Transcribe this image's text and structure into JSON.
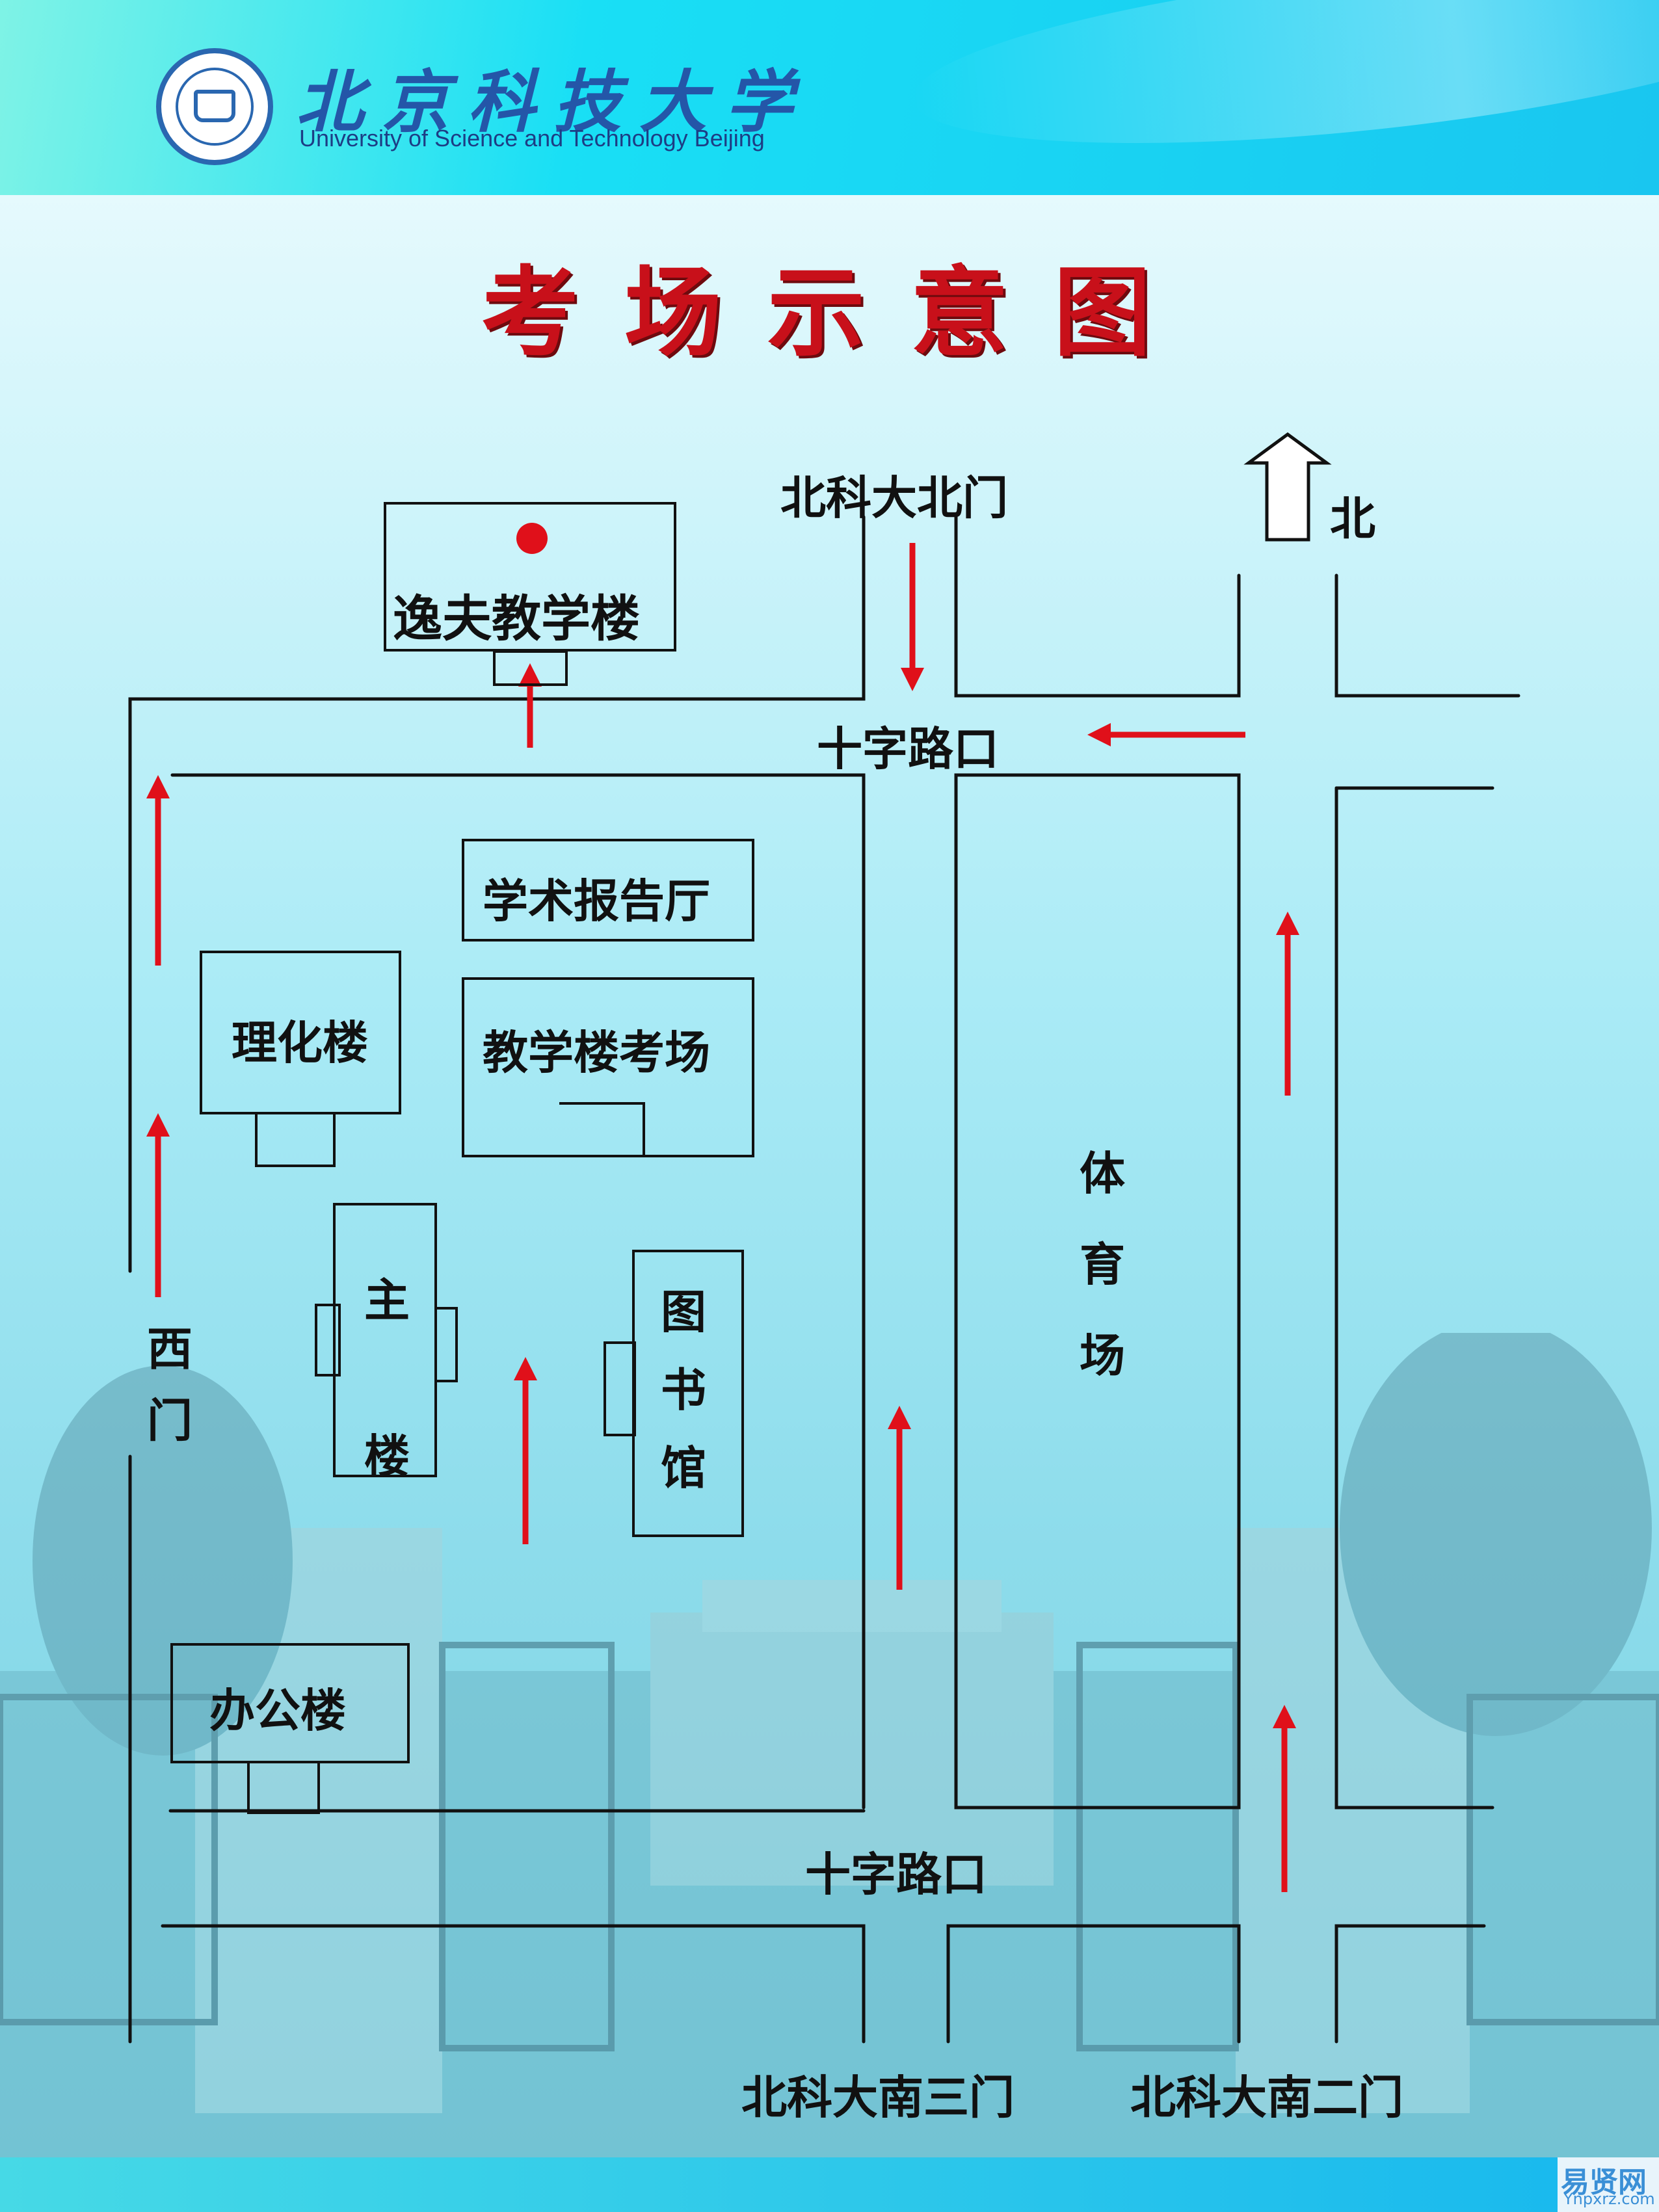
{
  "header": {
    "university_name_cn": "北京科技大学",
    "university_name_en": "University of Science and Technology Beijing"
  },
  "title": "考场示意图",
  "compass": {
    "label": "北"
  },
  "gates": {
    "north": "北科大北门",
    "west": "西门",
    "south_three": "北科大南三门",
    "south_two": "北科大南二门"
  },
  "crossroads": {
    "north": "十字路口",
    "south": "十字路口"
  },
  "buildings": {
    "yifu": "逸夫教学楼",
    "lecture_hall": "学术报告厅",
    "exam_building": "教学楼考场",
    "lihua": "理化楼",
    "main_building": "主楼",
    "library": "图书馆",
    "office": "办公楼",
    "stadium": "体育场"
  },
  "destination_marker": {
    "color": "#e0101a"
  },
  "colors": {
    "arrow": "#e0101a",
    "title": "#c8101a",
    "banner": "#19c6f0",
    "brand": "#2456a8"
  },
  "watermark": {
    "name": "易贤网",
    "url": "Ynpxrz.com"
  }
}
